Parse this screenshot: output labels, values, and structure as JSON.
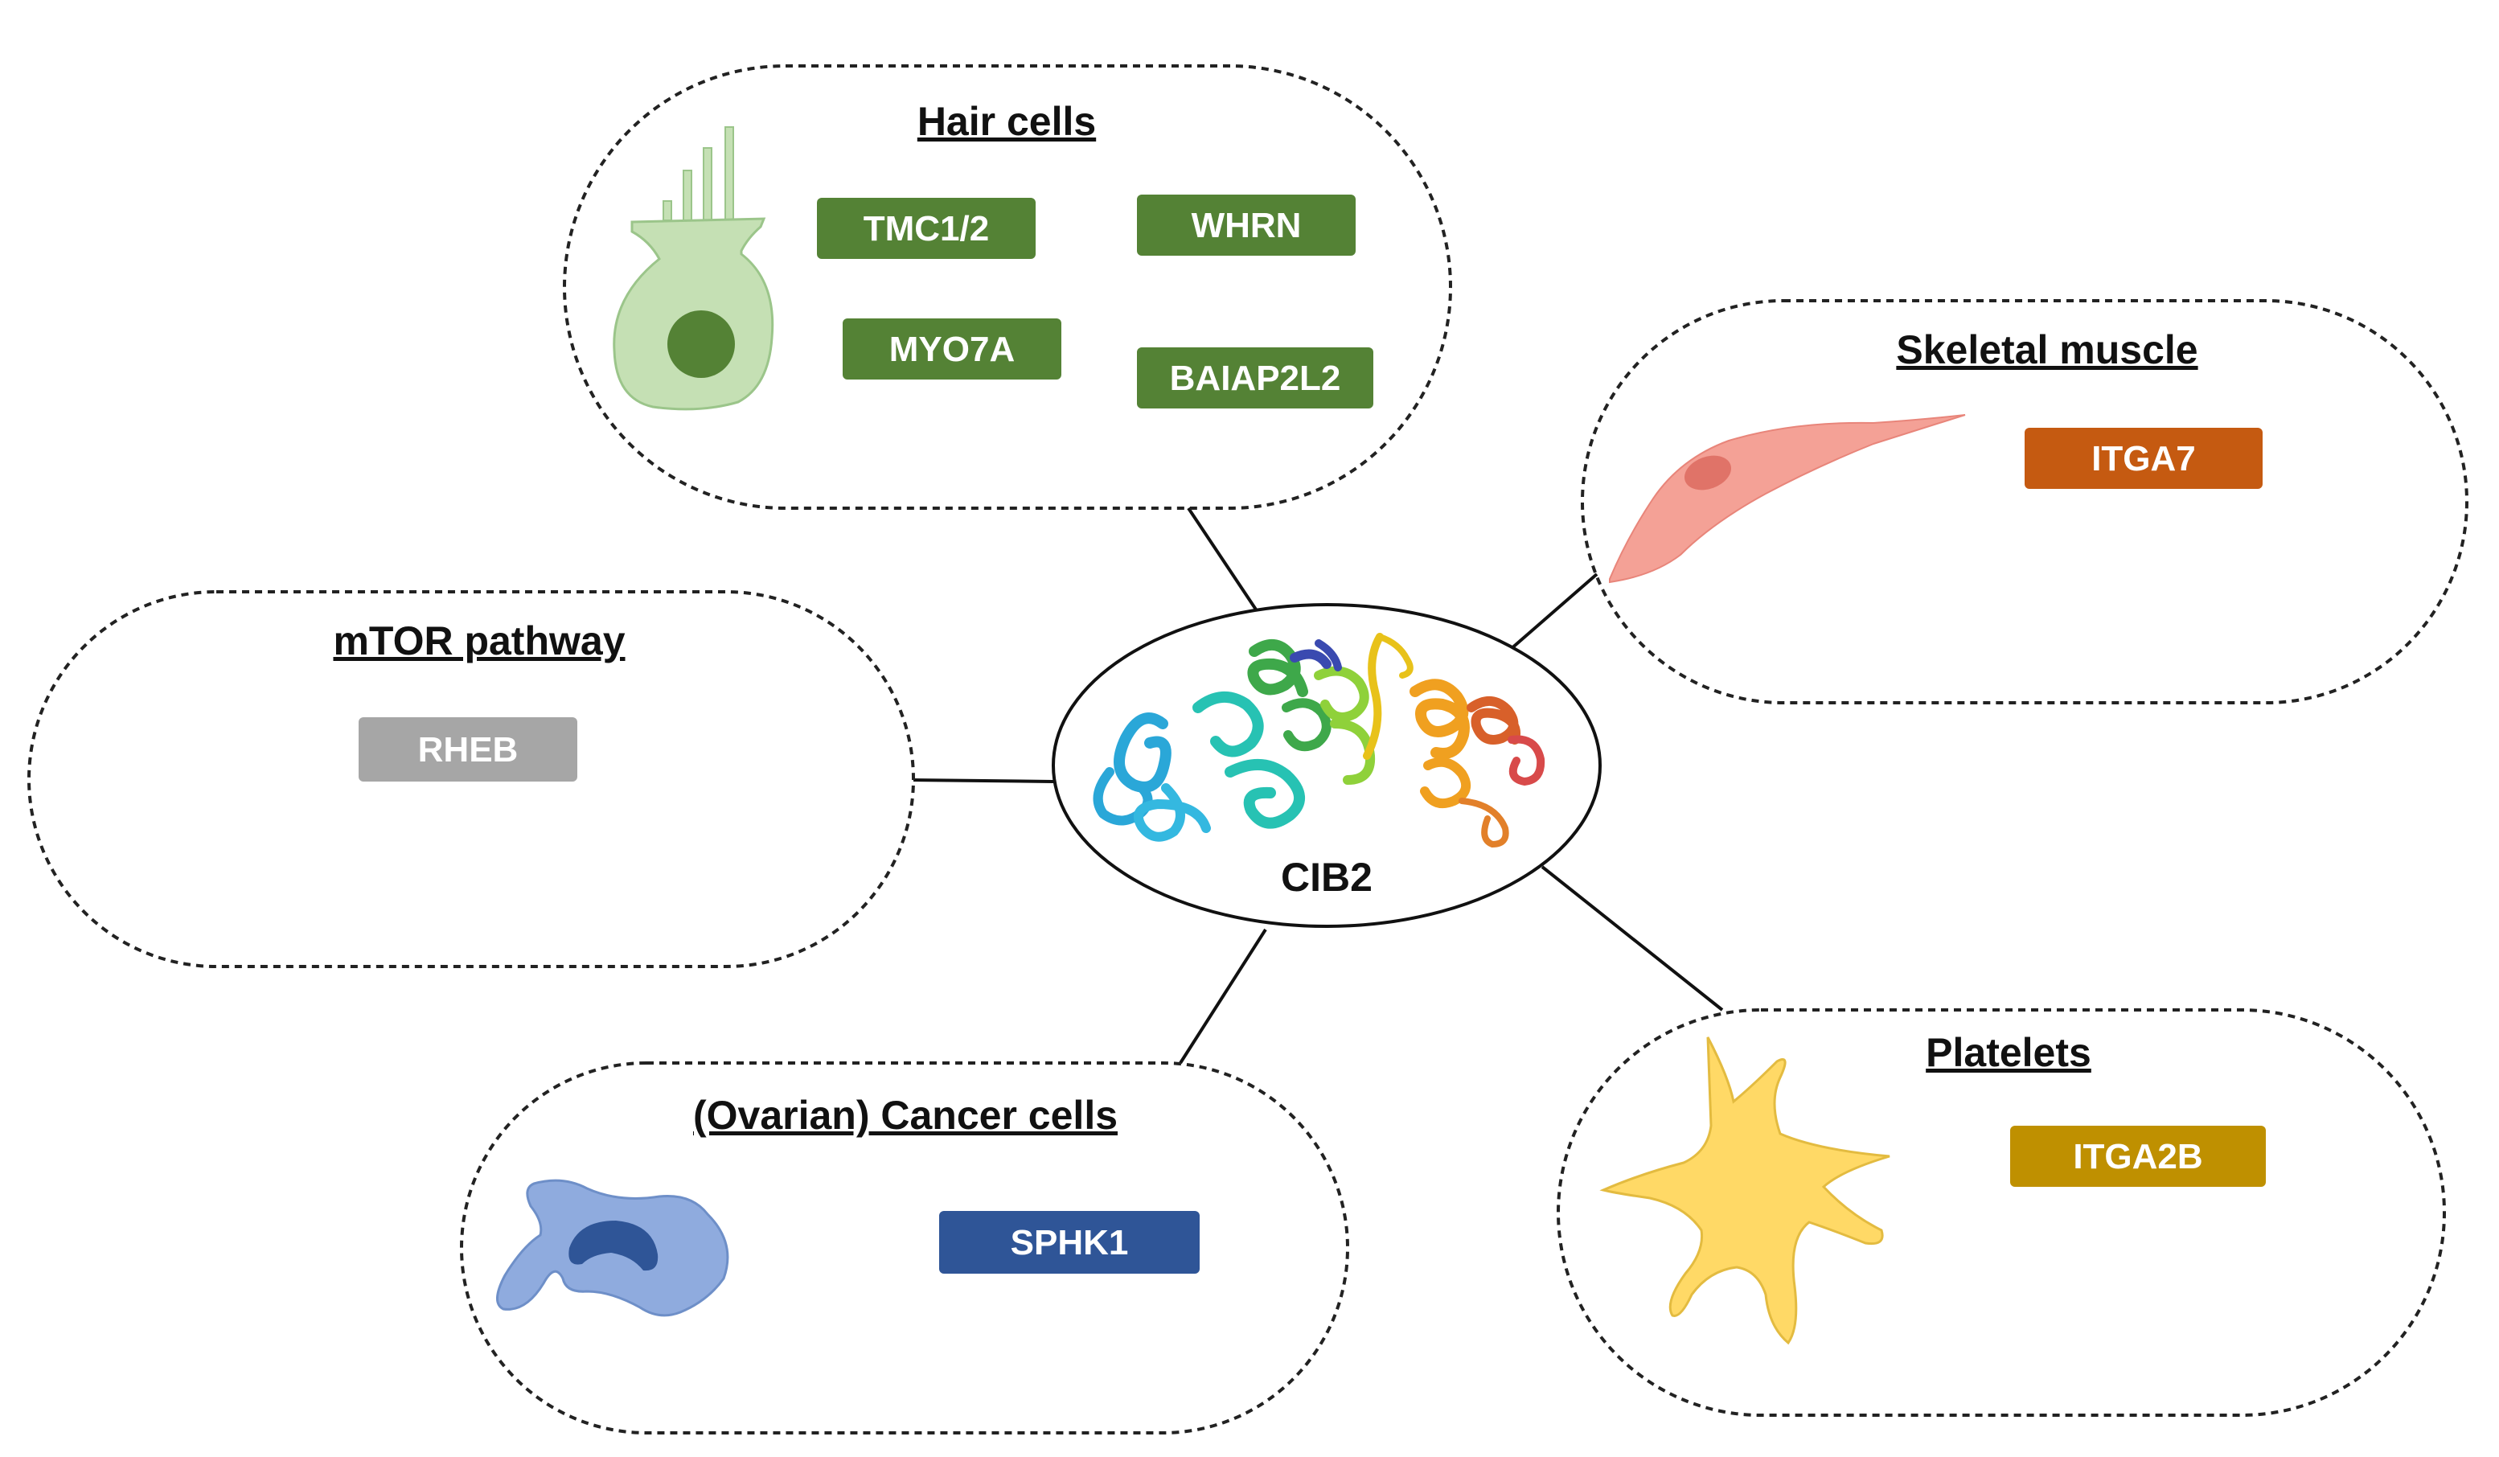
{
  "center": {
    "label": "CIB2",
    "ribbon_colors": [
      "#2aa7d8",
      "#27c2b3",
      "#3ea84a",
      "#8fd13a",
      "#e8c21a",
      "#f0a020",
      "#d8602a",
      "#d84a4a",
      "#3a4ab0"
    ]
  },
  "groups": {
    "hair_cells": {
      "title": "Hair cells",
      "cell_icon": "hair-cell-icon",
      "genes": [
        "TMC1/2",
        "WHRN",
        "MYO7A",
        "BAIAP2L2"
      ],
      "color": "#548235"
    },
    "skeletal_muscle": {
      "title": "Skeletal muscle",
      "cell_icon": "muscle-cell-icon",
      "genes": [
        "ITGA7"
      ],
      "color": "#c55a11"
    },
    "mtor": {
      "title": "mTOR pathway",
      "genes": [
        "RHEB"
      ],
      "color": "#a6a6a6"
    },
    "cancer": {
      "title": "(Ovarian) Cancer cells",
      "cell_icon": "cancer-cell-icon",
      "genes": [
        "SPHK1"
      ],
      "color": "#2f5597"
    },
    "platelets": {
      "title": "Platelets",
      "cell_icon": "platelet-icon",
      "genes": [
        "ITGA2B"
      ],
      "color": "#bf9000"
    }
  }
}
